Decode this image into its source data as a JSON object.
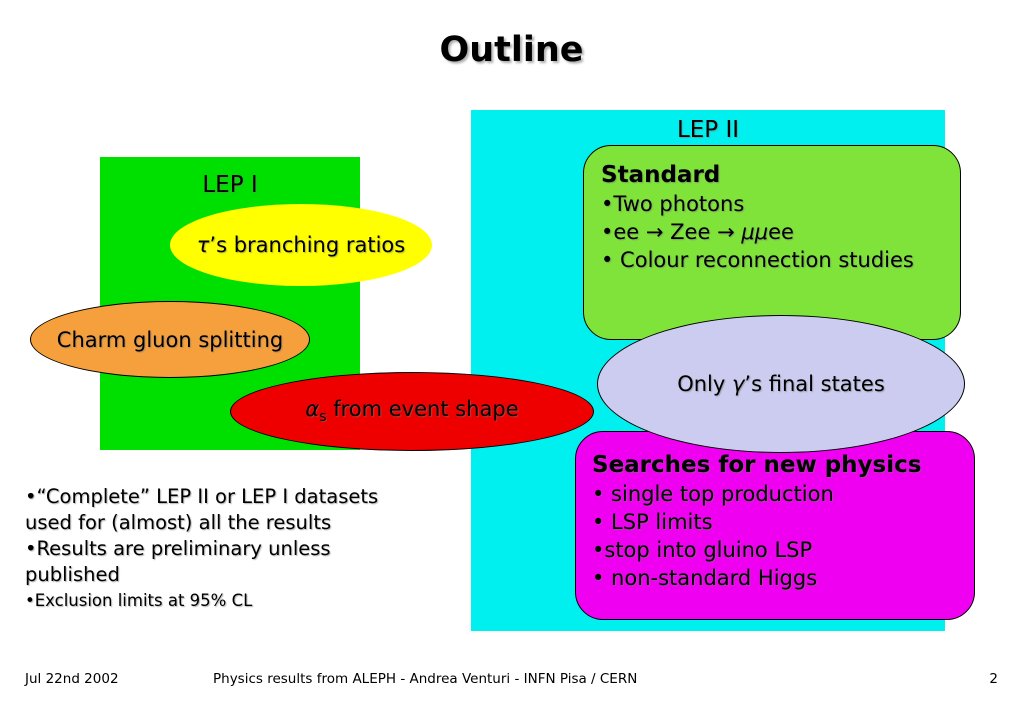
{
  "title": "Outline",
  "colors": {
    "cyan_panel": "#00f0f0",
    "green_panel": "#00e000",
    "yellow_ellipse": "#ffff00",
    "orange_ellipse": "#f5a03d",
    "red_ellipse": "#ee0000",
    "standard_box": "#7fe33a",
    "lavender_ellipse": "#ccccf0",
    "magenta_box": "#f000f0"
  },
  "lep2_label": "LEP II",
  "lep1_label": "LEP I",
  "tau_ellipse": {
    "tau": "τ",
    "rest": "’s branching ratios"
  },
  "charm_ellipse": {
    "label": "Charm gluon splitting"
  },
  "alpha_ellipse": {
    "alpha": "α",
    "sub": "s",
    "rest": " from event shape"
  },
  "standard_box": {
    "title": "Standard",
    "item1": "•Two photons",
    "item2_pre": "•ee → Zee → ",
    "item2_greek": "μμ",
    "item2_post": "ee",
    "item3": "• Colour reconnection studies"
  },
  "gamma_ellipse": {
    "pre": "Only ",
    "gamma": "γ",
    "rest": "’s final states"
  },
  "searches_box": {
    "title": "Searches for new physics",
    "item1": "• single top production",
    "item2": "• LSP limits",
    "item3": "•stop into gluino LSP",
    "item4": "• non-standard Higgs"
  },
  "notes": {
    "item1": "•“Complete” LEP II or LEP I datasets used for (almost) all the results",
    "item2": "•Results are preliminary unless published",
    "item3": "•Exclusion limits at 95% CL"
  },
  "footer": {
    "date": "Jul 22nd 2002",
    "center": "Physics results from ALEPH - Andrea Venturi - INFN Pisa / CERN",
    "page": "2"
  }
}
